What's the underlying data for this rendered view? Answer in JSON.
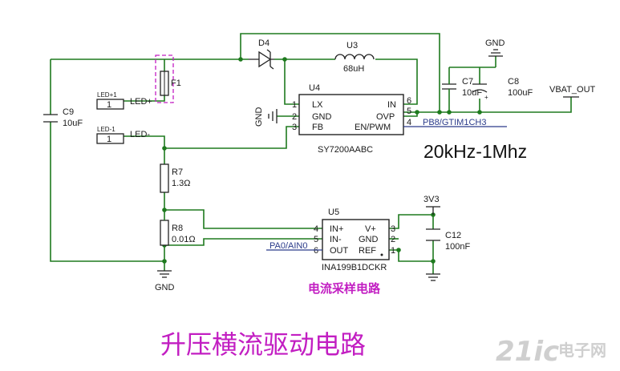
{
  "title": "升压横流驱动电路",
  "frequency_note": "20kHz-1Mhz",
  "current_sense_title": "电流采样电路",
  "watermark": {
    "logo": "21ic",
    "text": "电子网"
  },
  "colors": {
    "wire": "#1e7a1e",
    "net_label": "#2a3a8a",
    "title": "#c21ec2",
    "selection": "#c21ec2"
  },
  "components": {
    "d4": {
      "ref": "D4"
    },
    "u3": {
      "ref": "U3",
      "value": "68uH"
    },
    "u4": {
      "ref": "U4",
      "part": "SY7200AABC",
      "pins": [
        {
          "num": "1",
          "name": "LX"
        },
        {
          "num": "2",
          "name": "GND"
        },
        {
          "num": "3",
          "name": "FB"
        },
        {
          "num": "6",
          "name": "IN"
        },
        {
          "num": "5",
          "name": "OVP"
        },
        {
          "num": "4",
          "name": "EN/PWM"
        }
      ]
    },
    "f1": {
      "ref": "F1"
    },
    "c9": {
      "ref": "C9",
      "value": "10uF"
    },
    "c7": {
      "ref": "C7",
      "value": "10uF"
    },
    "c8": {
      "ref": "C8",
      "value": "100uF"
    },
    "r7": {
      "ref": "R7",
      "value": "1.3Ω"
    },
    "r8": {
      "ref": "R8",
      "value": "0.01Ω"
    },
    "u5": {
      "ref": "U5",
      "part": "INA199B1DCKR",
      "pins": [
        {
          "num": "4",
          "name": "IN+"
        },
        {
          "num": "5",
          "name": "IN-"
        },
        {
          "num": "6",
          "name": "OUT"
        },
        {
          "num": "3",
          "name": "V+"
        },
        {
          "num": "2",
          "name": "GND"
        },
        {
          "num": "1",
          "name": "REF"
        }
      ]
    },
    "c12": {
      "ref": "C12",
      "value": "100nF"
    },
    "led_p": {
      "ref": "LED+1",
      "pin": "1",
      "net": "LED+"
    },
    "led_n": {
      "ref": "LED-1",
      "pin": "1",
      "net": "LED-"
    }
  },
  "nets": {
    "pb8": "PB8/GTIM1CH3",
    "pa0": "PA0/AIN0",
    "vbat": "VBAT_OUT",
    "v33": "3V3",
    "gnd_top": "GND",
    "gnd_u4": "GND",
    "gnd_bottom": "GND"
  }
}
